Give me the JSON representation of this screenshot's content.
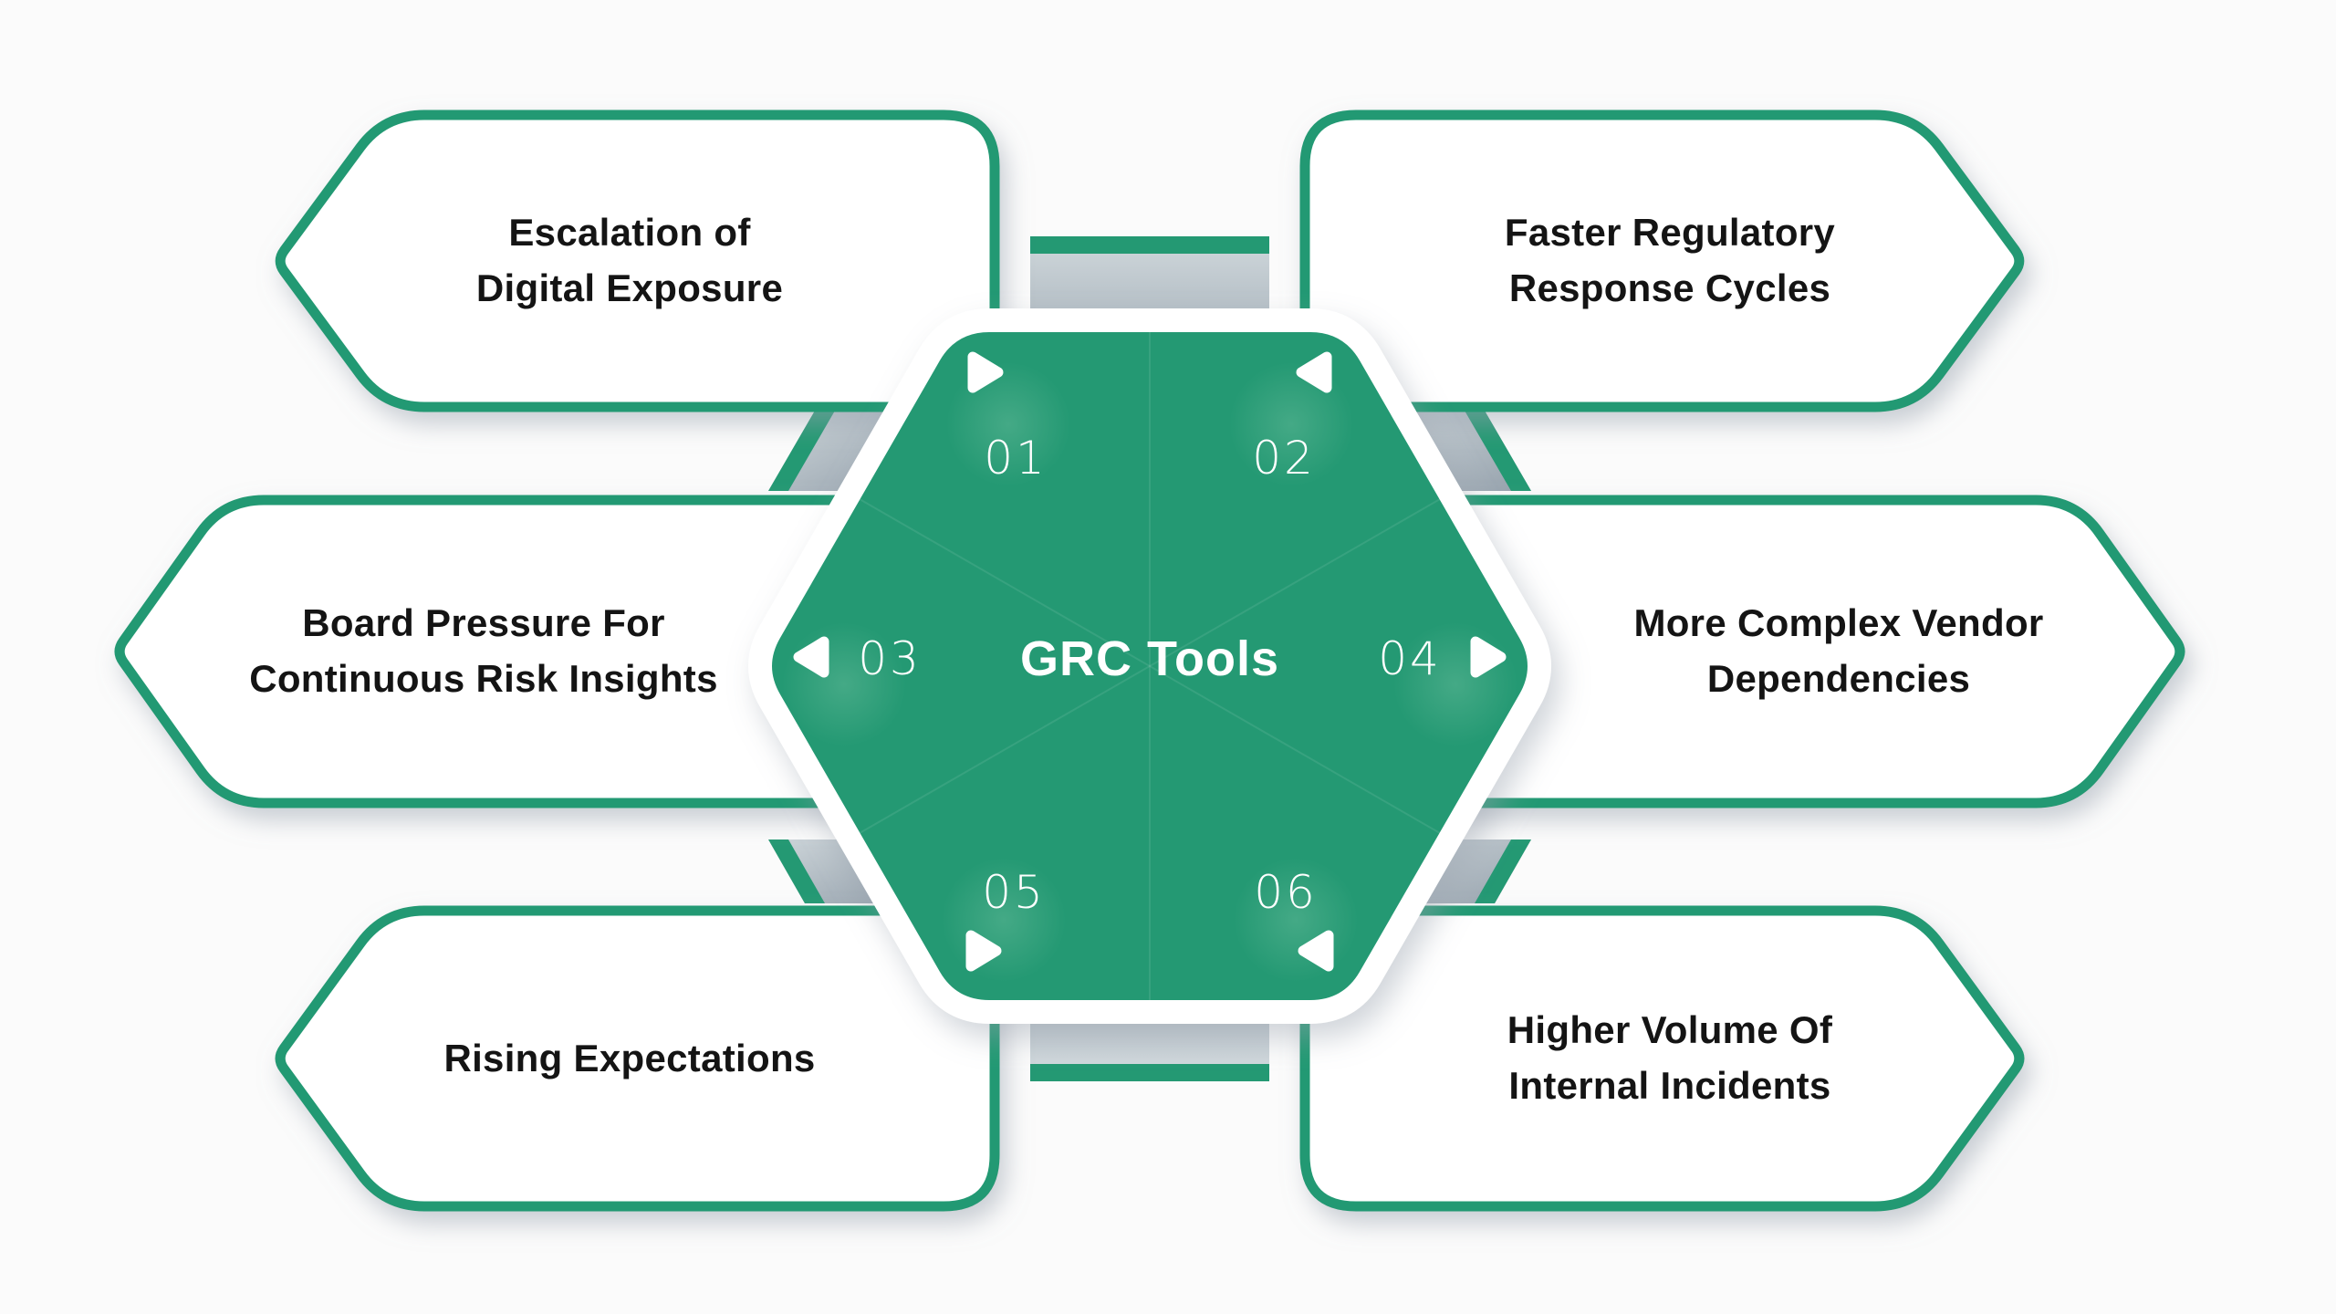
{
  "diagram_title": "GRC Tools",
  "center_hexagon": {
    "label": "GRC Tools"
  },
  "segments": [
    {
      "number": "01",
      "position": "top-left",
      "arrow": "right-arrow-icon",
      "label_lines": [
        "Escalation of",
        "Digital Exposure"
      ]
    },
    {
      "number": "02",
      "position": "top-right",
      "arrow": "left-arrow-icon",
      "label_lines": [
        "Faster Regulatory",
        "Response Cycles"
      ]
    },
    {
      "number": "03",
      "position": "middle-left",
      "arrow": "left-arrow-icon",
      "label_lines": [
        "Board Pressure For",
        "Continuous Risk Insights"
      ]
    },
    {
      "number": "04",
      "position": "middle-right",
      "arrow": "right-arrow-icon",
      "label_lines": [
        "More Complex Vendor",
        "Dependencies"
      ]
    },
    {
      "number": "05",
      "position": "bottom-left",
      "arrow": "right-arrow-icon",
      "label_lines": [
        "Rising Expectations"
      ]
    },
    {
      "number": "06",
      "position": "bottom-right",
      "arrow": "left-arrow-icon",
      "label_lines": [
        "Higher Volume Of",
        "Internal Incidents"
      ]
    }
  ],
  "colors": {
    "green": "#249973",
    "text_dark": "#141414",
    "background": "#FBFBFB",
    "connector_light": "#CFD7DB",
    "connector_dark": "#94A0AB",
    "white": "#FFFFFF"
  }
}
